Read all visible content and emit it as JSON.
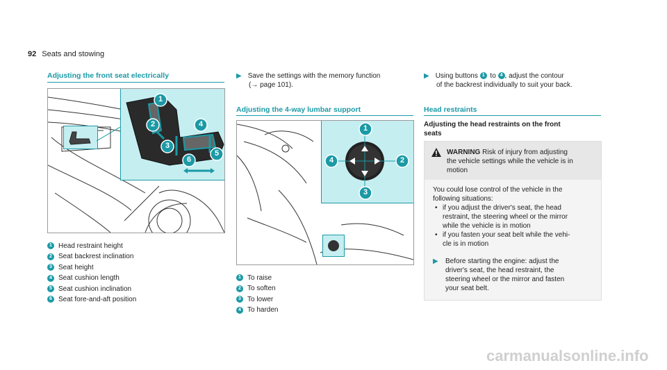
{
  "page": {
    "number": "92",
    "section": "Seats and stowing"
  },
  "col1": {
    "heading": "Adjusting the front seat electrically",
    "items": [
      {
        "n": "1",
        "label": "Head restraint height"
      },
      {
        "n": "2",
        "label": "Seat backrest inclination"
      },
      {
        "n": "3",
        "label": "Seat height"
      },
      {
        "n": "4",
        "label": "Seat cushion length"
      },
      {
        "n": "5",
        "label": "Seat cushion inclination"
      },
      {
        "n": "6",
        "label": "Seat fore-and-aft position"
      }
    ],
    "figure_callouts": [
      "1",
      "2",
      "3",
      "4",
      "5",
      "6"
    ]
  },
  "col2": {
    "step": "Save the settings with the memory function",
    "step_ref": "(→ page 101).",
    "heading": "Adjusting the 4-way lumbar support",
    "items": [
      {
        "n": "1",
        "label": "To raise"
      },
      {
        "n": "2",
        "label": "To soften"
      },
      {
        "n": "3",
        "label": "To lower"
      },
      {
        "n": "4",
        "label": "To harden"
      }
    ],
    "figure_callouts": [
      "1",
      "2",
      "3",
      "4"
    ]
  },
  "col3": {
    "step_a": "Using buttons",
    "step_b": "to",
    "step_c": ", adjust the contour",
    "step_line2": "of the backrest individually to suit your back.",
    "step_n1": "1",
    "step_n2": "4",
    "heading": "Head restraints",
    "subheading_1": "Adjusting the head restraints on the front",
    "subheading_2": "seats",
    "warning": {
      "title": "WARNING",
      "line1": "Risk of injury from adjusting",
      "line2": "the vehicle settings while the vehicle is in",
      "line3": "motion",
      "intro_1": "You could lose control of the vehicle in the",
      "intro_2": "following situations:",
      "bullet1_1": "if you adjust the driver's seat, the head",
      "bullet1_2": "restraint, the steering wheel or the mirror",
      "bullet1_3": "while the vehicle is in motion",
      "bullet2_1": "if you fasten your seat belt while the vehi-",
      "bullet2_2": "cle is in motion",
      "step_1": "Before starting the engine: adjust the",
      "step_2": "driver's seat, the head restraint, the",
      "step_3": "steering wheel or the mirror and fasten",
      "step_4": "your seat belt."
    }
  },
  "footer": {
    "watermark": "carmanualsonline.info"
  },
  "colors": {
    "accent": "#1b9aa6",
    "panel": "#c5eef1",
    "warning_bg": "#f4f4f4"
  }
}
